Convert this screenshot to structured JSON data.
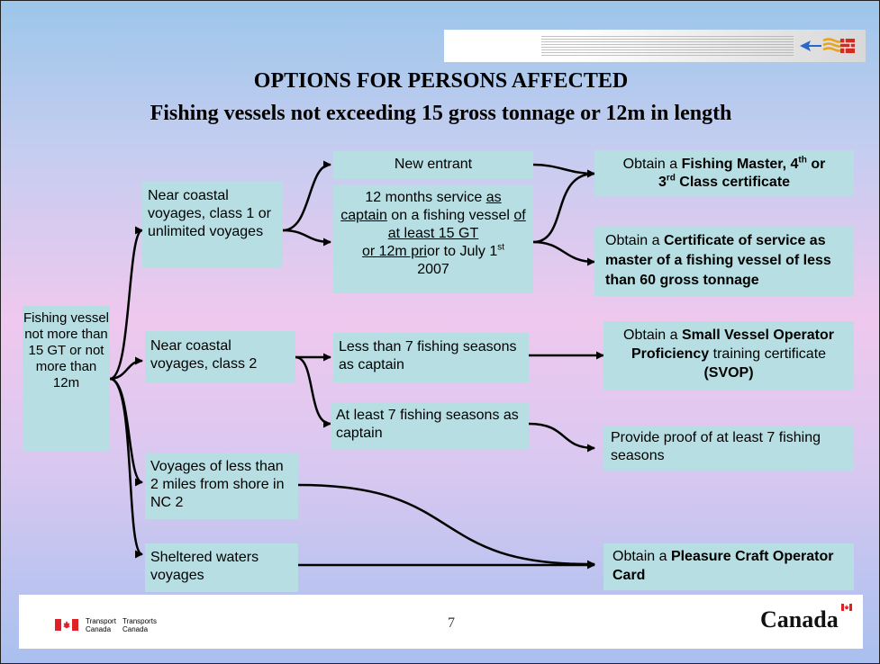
{
  "title": "OPTIONS FOR PERSONS AFFECTED",
  "subtitle": "Fishing vessels not exceeding 15 gross tonnage or 12m in length",
  "boxes": {
    "root": "Fishing vessel not more than 15 GT or not more than 12m",
    "near_coastal_1": "Near coastal voyages, class 1 or unlimited voyages",
    "near_coastal_2": "Near coastal voyages, class 2",
    "less_2_miles": "Voyages of less than 2 miles from shore in NC 2",
    "sheltered": "Sheltered waters voyages",
    "new_entrant": "New entrant",
    "months_service": {
      "p1": "12 months service ",
      "p2": "as",
      "p3": "captain",
      "p4": " on a fishing vessel ",
      "p5": "of at least 15 GT",
      "p6": "or 12m pri",
      "p7": "or to July 1",
      "sup": "st",
      "p8": "2007"
    },
    "less_7": "Less than 7 fishing seasons as captain",
    "at_least_7": "At least 7 fishing seasons as captain",
    "fishing_master": {
      "p1": "Obtain a ",
      "b1": "Fishing Master, 4",
      "sup1": "th",
      "b2": " or",
      "b3": "3",
      "sup2": "rd",
      "b4": " Class certificate"
    },
    "cert_service": {
      "p1": "Obtain a ",
      "b1": "Certificate of service as master of a fishing vessel of less than 60 gross tonnage"
    },
    "svop": {
      "p1": "Obtain a ",
      "b1": "Small Vessel Operator Proficiency",
      "p2": " training certificate ",
      "b2": "(SVOP)"
    },
    "proof": "Provide proof of at least 7 fishing seasons",
    "pleasure": {
      "p1": "Obtain a ",
      "b1": "Pleasure Craft Operator Card"
    }
  },
  "footer": {
    "dept_en_1": "Transport",
    "dept_en_2": "Canada",
    "dept_fr_1": "Transports",
    "dept_fr_2": "Canada",
    "page_number": "7",
    "wordmark": "Canada"
  },
  "colors": {
    "box_fill": "#b7dfe3",
    "flag_red": "#e01f26"
  }
}
